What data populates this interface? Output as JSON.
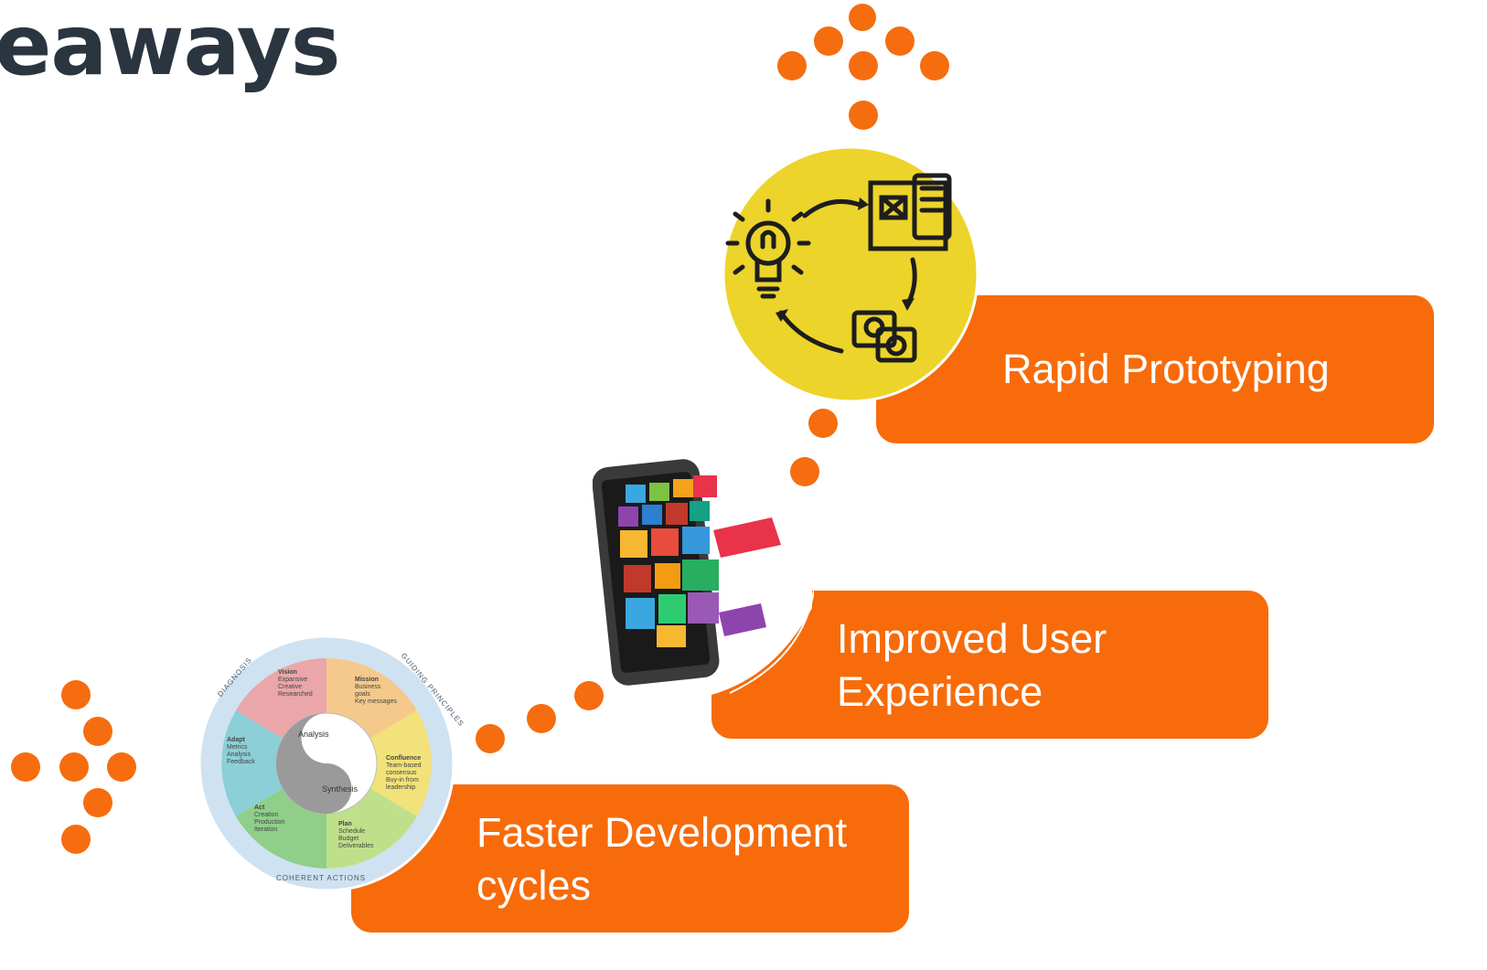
{
  "slide": {
    "title_fragment": "eaways"
  },
  "takeaways": [
    {
      "label": "Rapid Prototyping",
      "icon": "prototype-cycle-icon"
    },
    {
      "label": "Improved User\nExperience",
      "icon": "smartphone-apps-icon"
    },
    {
      "label": "Faster Development\ncycles",
      "icon": "strategy-wheel-icon"
    }
  ],
  "wheel": {
    "ring_top_left": "DIAGNOSIS",
    "ring_top_right": "GUIDING PRINCIPLES",
    "ring_bottom": "COHERENT ACTIONS",
    "center_top": "Analysis",
    "center_bottom": "Synthesis",
    "segments": [
      {
        "name": "Vision",
        "items": "Expansive\nCreative\nResearched"
      },
      {
        "name": "Mission",
        "items": "Business\ngoals\nKey messages"
      },
      {
        "name": "Confluence",
        "items": "Team-based\nconsensus\nBuy-in from\nleadership"
      },
      {
        "name": "Plan",
        "items": "Schedule\nBudget\nDeliverables"
      },
      {
        "name": "Act",
        "items": "Creation\nProduction\nIteration"
      },
      {
        "name": "Adapt",
        "items": "Metrics\nAnalysis\nFeedback"
      }
    ]
  },
  "colors": {
    "accent": "#f76b0a",
    "dot": "#f56d0f",
    "prototype_circle": "#ecd42a",
    "title": "#2b3540"
  }
}
